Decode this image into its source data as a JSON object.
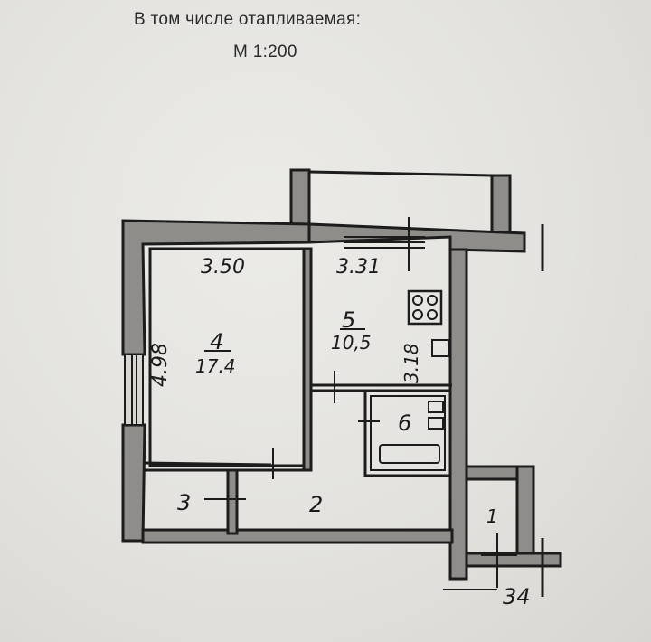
{
  "header": {
    "caption": "В том числе отапливаемая:",
    "scale": "М 1:200"
  },
  "rooms": {
    "room_4": {
      "number": "4",
      "area": "17.4",
      "width": "3.50",
      "length": "4.98"
    },
    "room_5": {
      "number": "5",
      "area": "10,5",
      "width": "3.31",
      "length": "3.18"
    },
    "room_6": {
      "number": "6"
    },
    "room_3": {
      "number": "3"
    },
    "room_2": {
      "number": "2"
    },
    "room_1": {
      "number": "1"
    }
  },
  "apartment_number": "34"
}
